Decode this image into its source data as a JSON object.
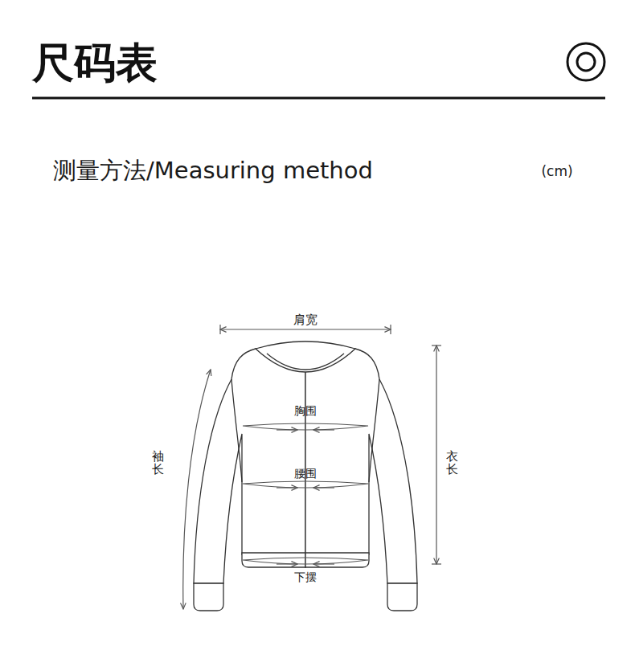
{
  "diagram": {
    "title": "尺码表",
    "labels": [
      "测量方法/Measuring method",
      "(cm)",
      "肩宽",
      "胸围",
      "腰围",
      "袖长",
      "衣长",
      "下摆"
    ]
  }
}
